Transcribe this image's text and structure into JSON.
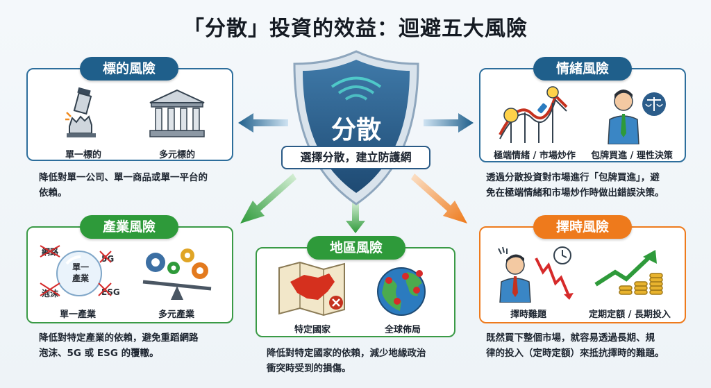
{
  "title": "「分散」投資的效益：迴避五大風險",
  "center": {
    "shield_text": "分散",
    "banner": "選擇分散，建立防護網"
  },
  "risks": {
    "target": {
      "title": "標的風險",
      "label_left": "單一標的",
      "label_right": "多元標的",
      "desc1": "降低對單一公司、單一商品或單一平台的",
      "desc2": "依賴。"
    },
    "emotion": {
      "title": "情緒風險",
      "label_left": "極端情緒 / 市場炒作",
      "label_right": "包牌買進 / 理性決策",
      "desc1": "透過分散投資對市場進行「包牌買進」，避",
      "desc2": "免在極端情緒和市場炒作時做出錯誤決策。"
    },
    "industry": {
      "title": "產業風險",
      "bubble_center1": "單一",
      "bubble_center2": "產業",
      "tag_network": "網路",
      "tag_5g": "5G",
      "tag_bubble": "泡沫",
      "tag_esg": "ESG",
      "label_left": "單一產業",
      "label_right": "多元產業",
      "desc1": "降低對特定產業的依賴，避免重蹈網路",
      "desc2": "泡沫、5G 或 ESG 的覆轍。"
    },
    "region": {
      "title": "地區風險",
      "label_left": "特定國家",
      "label_right": "全球佈局",
      "desc1": "降低對特定國家的依賴，減少地緣政治",
      "desc2": "衝突時受到的損傷。"
    },
    "timing": {
      "title": "擇時風險",
      "label_left": "擇時難題",
      "label_right": "定期定額 / 長期投入",
      "desc1": "既然買下整個市場，就容易透過長期、規",
      "desc2": "律的投入（定時定額）來抵抗擇時的難題。"
    }
  },
  "colors": {
    "blue": "#1f5f8b",
    "green": "#2e9a3a",
    "orange": "#ee7a1c",
    "shield": "#2a5a86"
  }
}
